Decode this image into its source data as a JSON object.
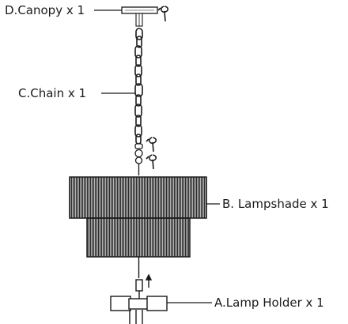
{
  "parts": {
    "canopy": "D.Canopy x 1",
    "chain": "C.Chain x 1",
    "lampshade": "B. Lampshade x 1",
    "lamp_holder": "A.Lamp Holder x 1"
  },
  "colors": {
    "ink": "#1a1a1a",
    "shade_fill": "#8a8a8a",
    "paper": "#ffffff"
  },
  "icons": [
    "screwdriver-icon",
    "arrow-up-icon"
  ]
}
